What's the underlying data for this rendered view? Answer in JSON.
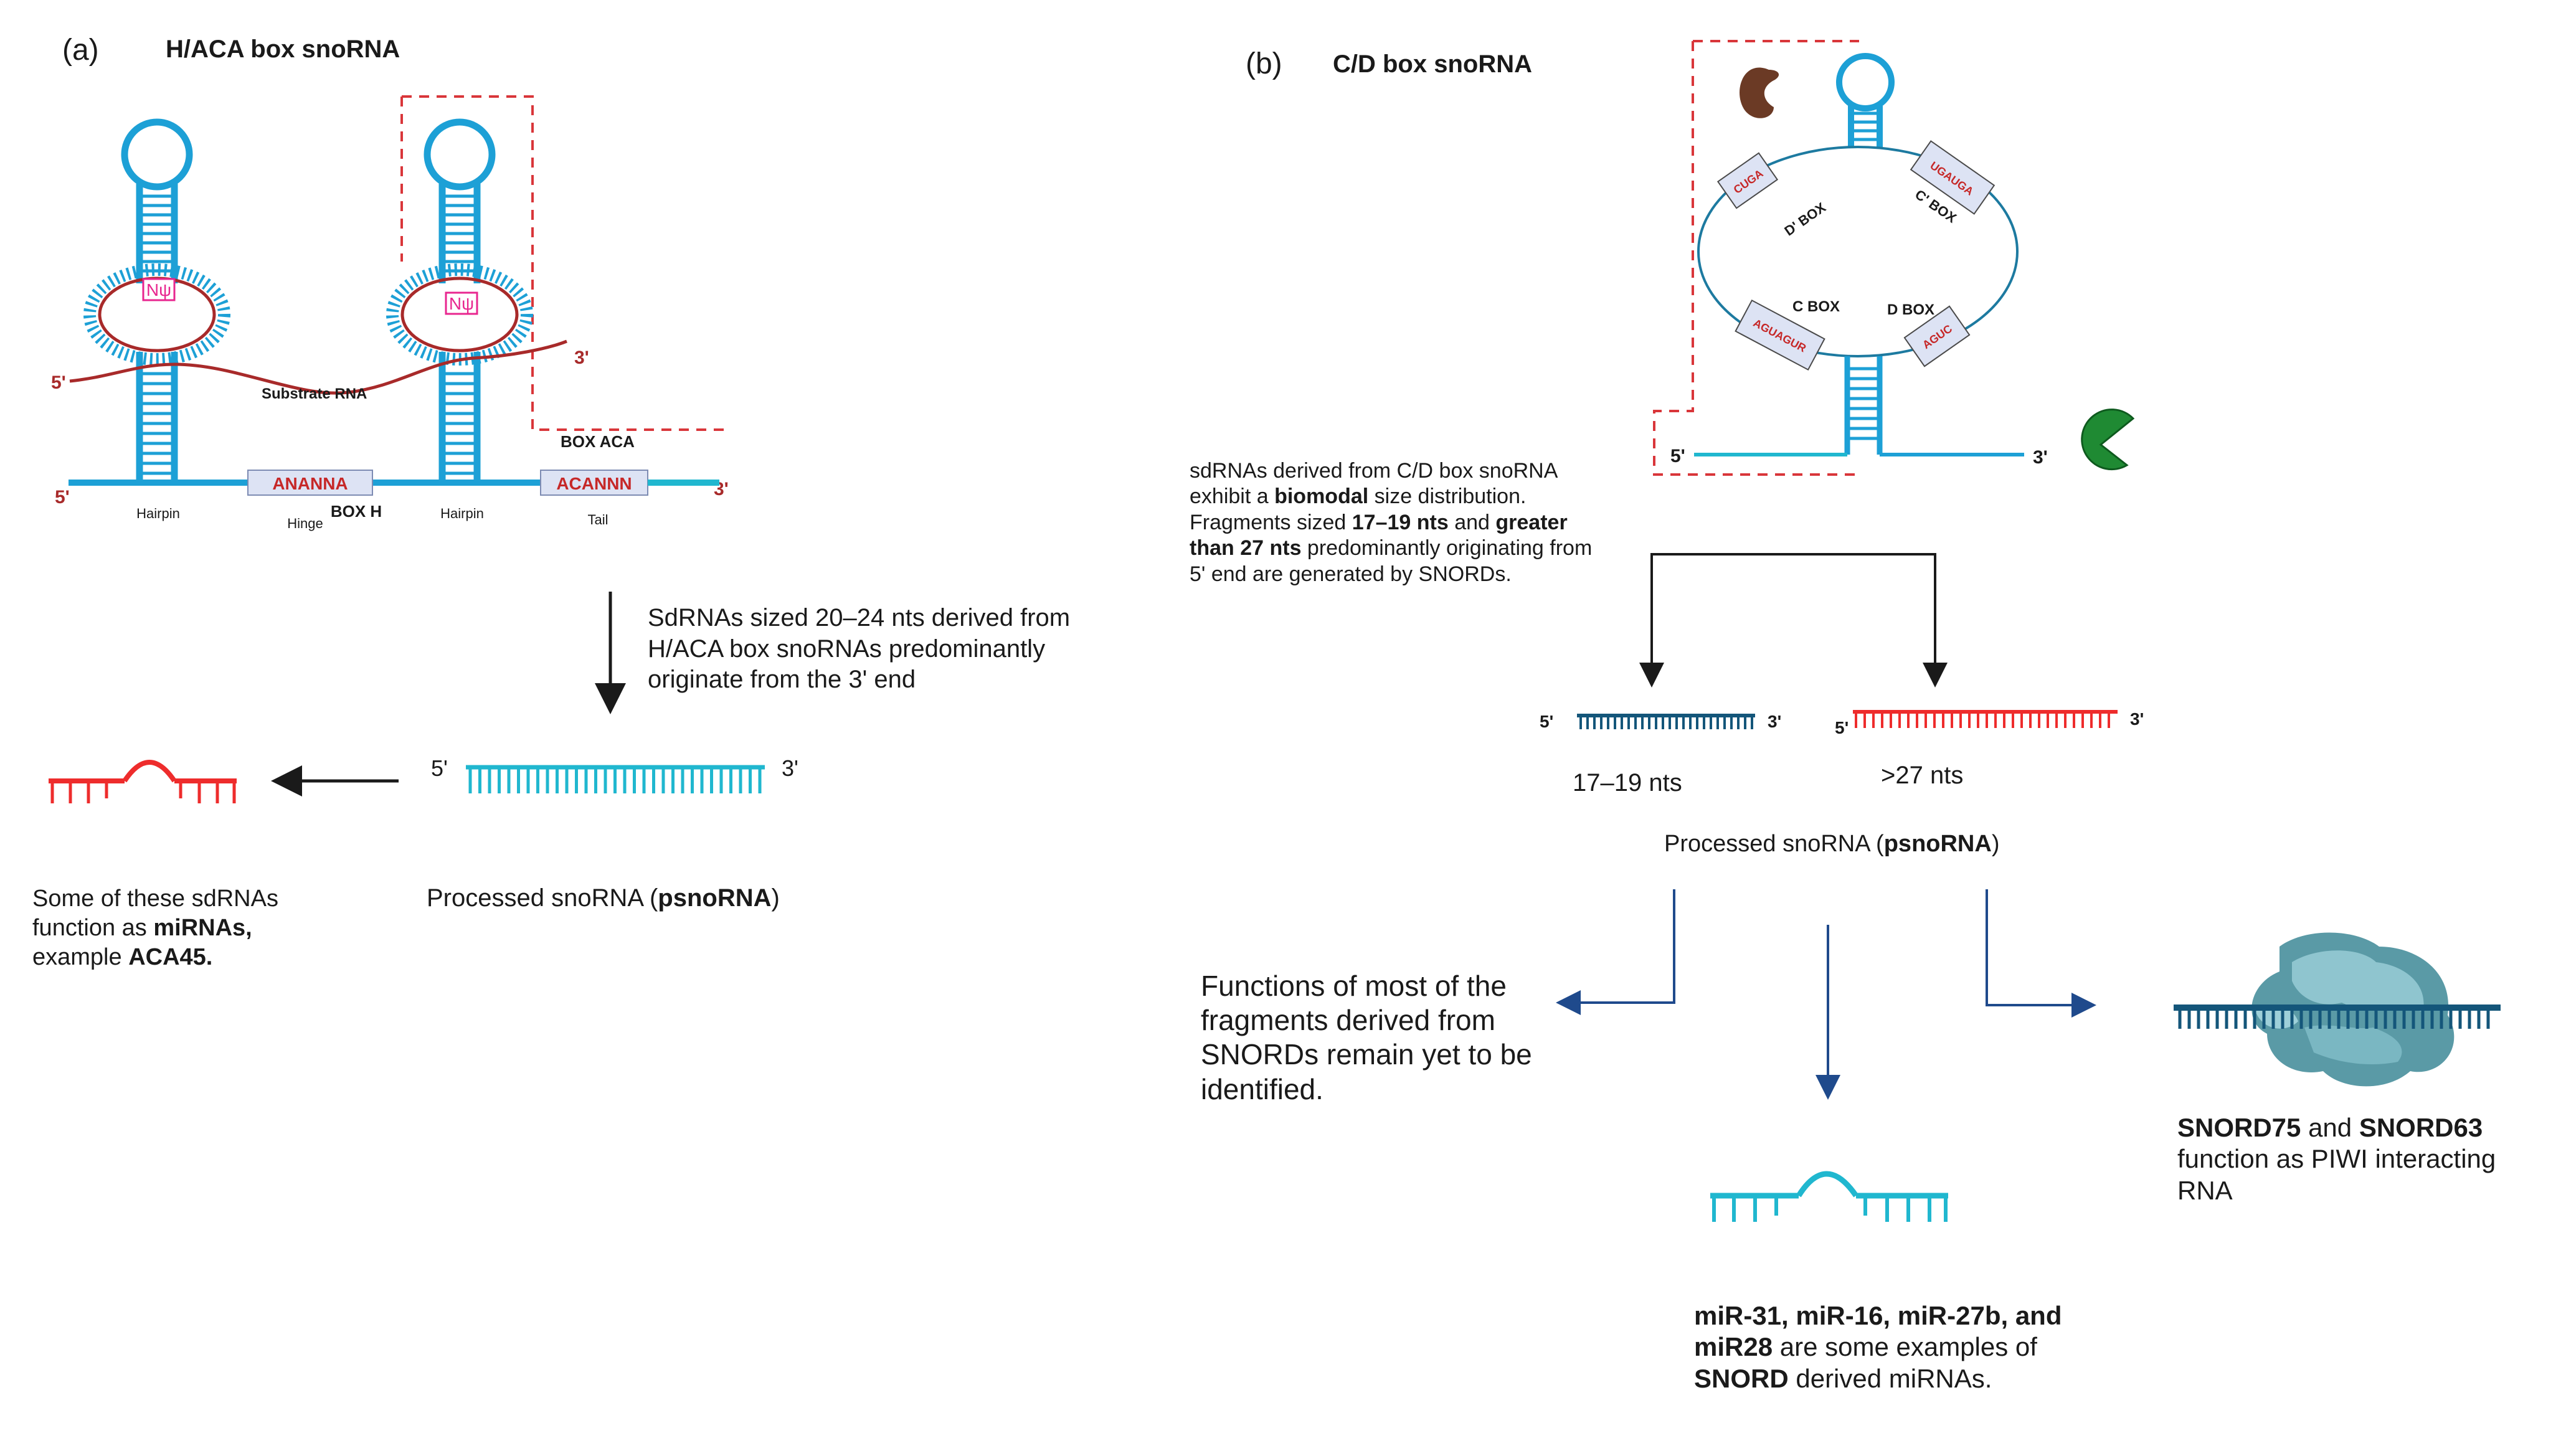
{
  "colors": {
    "rna_blue": "#1da0d6",
    "fragment_cyan": "#20b7cf",
    "dark_blue": "#14567a",
    "mirna_red": "#ee2c2c",
    "substrate_red": "#a82a2a",
    "pseudo_magenta": "#e8268f",
    "box_fill": "#dde3f4",
    "box_text_red": "#c62828",
    "dashed_red": "#d9363a",
    "arrow_navy": "#1f4a8c",
    "brown_protein": "#6b3a25",
    "green_protein": "#1f8a33",
    "piwi_teal": "#5a9aa6"
  },
  "panel_a": {
    "label": "(a)",
    "title": "H/ACA box snoRNA",
    "pseudouridine_1": "Nψ",
    "pseudouridine_2": "Nψ",
    "substrate_5p": "5'",
    "substrate_3p": "3'",
    "substrate_label": "Substrate RNA",
    "box_aca_label": "BOX ACA",
    "strand_5p": "5'",
    "strand_3p": "3'",
    "box_h_seq": "ANANNA",
    "box_aca_seq": "ACANNN",
    "hairpin_1": "Hairpin",
    "hinge": "Hinge",
    "box_h_label": "BOX H",
    "hairpin_2": "Hairpin",
    "tail": "Tail",
    "arrow_text": "SdRNAs sized 20–24 nts  derived from H/ACA box snoRNAs predominantly originate from the 3' end",
    "fragment_5p": "5'",
    "fragment_3p": "3'",
    "psno_prefix": "Processed snoRNA (",
    "psno_bold": "psnoRNA",
    "psno_suffix": ")",
    "mirna_t1": "Some of these sdRNAs function as ",
    "mirna_b1": "miRNAs,",
    "mirna_t2": " example ",
    "mirna_b2": "ACA45."
  },
  "panel_b": {
    "label": "(b)",
    "title": "C/D box snoRNA",
    "box_seq_d_prime": "CUGA",
    "box_seq_c_prime": "UGAUGA",
    "box_seq_c": "AGUAGUR",
    "box_seq_d": "AGUC",
    "d_prime_box": "D' BOX",
    "c_prime_box": "C' BOX",
    "c_box": "C BOX",
    "d_box": "D BOX",
    "strand_5p": "5'",
    "strand_3p": "3'",
    "desc_t1": "sdRNAs derived from C/D box snoRNA exhibit a ",
    "desc_b1": "biomodal",
    "desc_t2": " size distribution. Fragments sized ",
    "desc_b2": "17–19 nts",
    "desc_t3": " and ",
    "desc_b3": "greater than 27 nts",
    "desc_t4": " predominantly originating from 5' end are generated by SNORDs.",
    "frag1_5p": "5'",
    "frag1_3p": "3'",
    "frag2_5p": "5'",
    "frag2_3p": "3'",
    "frag1_len": "17–19 nts",
    "frag2_len": ">27  nts",
    "psno_prefix": "Processed snoRNA (",
    "psno_bold": "psnoRNA",
    "psno_suffix": ")",
    "unknown_text": "Functions of most of the fragments derived from SNORDs remain yet to be identified.",
    "mirna_b1": "miR-31, miR-16, miR-27b, and miR28",
    "mirna_t1": " are some examples of ",
    "mirna_b2": "SNORD",
    "mirna_t2": " derived miRNAs.",
    "piwi_b1": "SNORD75",
    "piwi_t1": " and ",
    "piwi_b2": "SNORD63",
    "piwi_t2": " function as PIWI interacting RNA"
  }
}
